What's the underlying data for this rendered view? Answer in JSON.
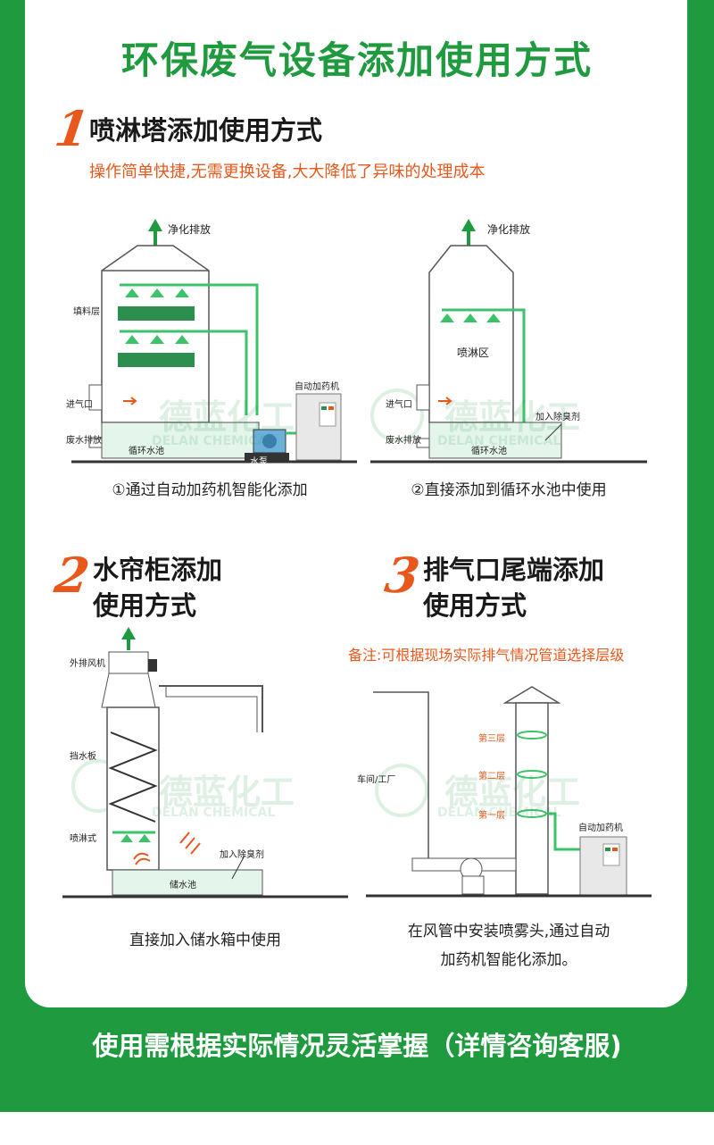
{
  "title": "环保废气设备添加使用方式",
  "watermark": {
    "cn": "德蓝化工",
    "en": "DELAN CHEMICAL"
  },
  "section1": {
    "number": "1",
    "title": "喷淋塔添加使用方式",
    "subtitle": "操作简单快捷,无需更换设备,大大降低了异味的处理成本",
    "diagram_a": {
      "exhaust": "净化排放",
      "packing": "填料层",
      "inlet": "进气口",
      "drain": "废水排放",
      "pool": "循环水池",
      "pump": "水泵",
      "doser": "自动加药机",
      "caption": "①通过自动加药机智能化添加"
    },
    "diagram_b": {
      "exhaust": "净化排放",
      "spray_zone": "喷淋区",
      "inlet": "进气口",
      "drain": "废水排放",
      "pool": "循环水池",
      "additive": "加入除臭剂",
      "caption": "②直接添加到循环水池中使用"
    }
  },
  "section2": {
    "number": "2",
    "title_line1": "水帘柜添加",
    "title_line2": "使用方式",
    "diagram": {
      "fan": "外排风机",
      "baffle": "挡水板",
      "spray": "喷淋式",
      "additive": "加入除臭剂",
      "tank": "储水池"
    },
    "caption": "直接加入储水箱中使用"
  },
  "section3": {
    "number": "3",
    "title_line1": "排气口尾端添加",
    "title_line2": "使用方式",
    "note": "备注:可根据现场实际排气情况管道选择层级",
    "diagram": {
      "layer3": "第三层",
      "layer2": "第二层",
      "layer1": "第一层",
      "workshop": "车间/工厂",
      "doser": "自动加药机"
    },
    "caption_line1": "在风管中安装喷雾头,通过自动",
    "caption_line2": "加药机智能化添加。"
  },
  "footer": "使用需根据实际情况灵活掌握（详情咨询客服)",
  "colors": {
    "green": "#1f9a3e",
    "orange": "#e8581c",
    "pipe": "#3cc36a"
  }
}
